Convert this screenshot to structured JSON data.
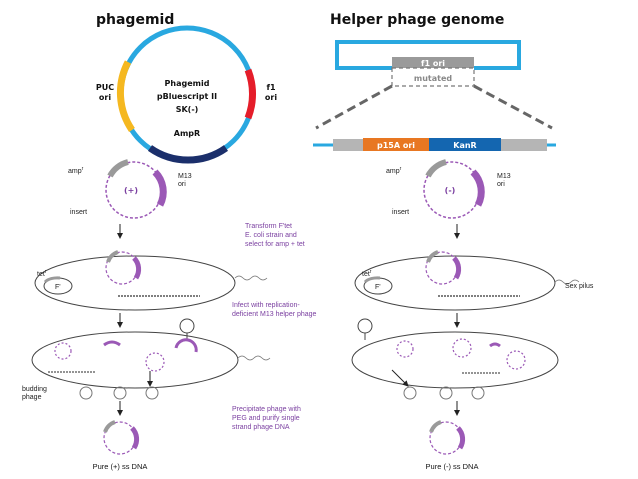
{
  "headings": {
    "left": "phagemid",
    "right": "Helper phage genome"
  },
  "phagemid_map": {
    "name_lines": [
      "Phagemid",
      "pBluescript II",
      "SK(-)"
    ],
    "puc_lines": [
      "PUC",
      "ori"
    ],
    "f1_lines": [
      "f1",
      "ori"
    ],
    "ampr": "AmpR"
  },
  "helper_map": {
    "f1_ori": "f1 ori",
    "mutated": "mutated",
    "p15a": "p15A ori",
    "kanr": "KanR"
  },
  "left": {
    "amp": "amp",
    "amp_sup": "r",
    "m13_lines": [
      "M13",
      "ori"
    ],
    "insert": "insert",
    "strand": "(+)",
    "tet": "tet",
    "tet_sup": "r",
    "fprime": "F'",
    "budding_lines": [
      "budding",
      "phage"
    ],
    "result": "Pure (+) ss DNA"
  },
  "right": {
    "amp": "amp",
    "amp_sup": "r",
    "m13_lines": [
      "M13",
      "ori"
    ],
    "insert": "insert",
    "strand": "(-)",
    "tet": "tet",
    "tet_sup": "r",
    "fprime": "F'",
    "sex_pilus": "Sex pilus",
    "result": "Pure (-) ss DNA"
  },
  "notes": {
    "transform": [
      "Transform F'tet",
      "E. coli strain and",
      "select for amp + tet"
    ],
    "infect": [
      "Infect with replication-",
      "deficient M13 helper phage"
    ],
    "precipitate": [
      "Precipitate phage with",
      "PEG and purify single",
      "strand phage DNA"
    ]
  },
  "colors": {
    "cyan": "#29a8e0",
    "yellow": "#f5b820",
    "red": "#e51d2a",
    "navy": "#1b2f6b",
    "orange": "#e87722",
    "blue": "#1466b0",
    "purple": "#9b59b6",
    "grey": "#9a9a9a"
  }
}
